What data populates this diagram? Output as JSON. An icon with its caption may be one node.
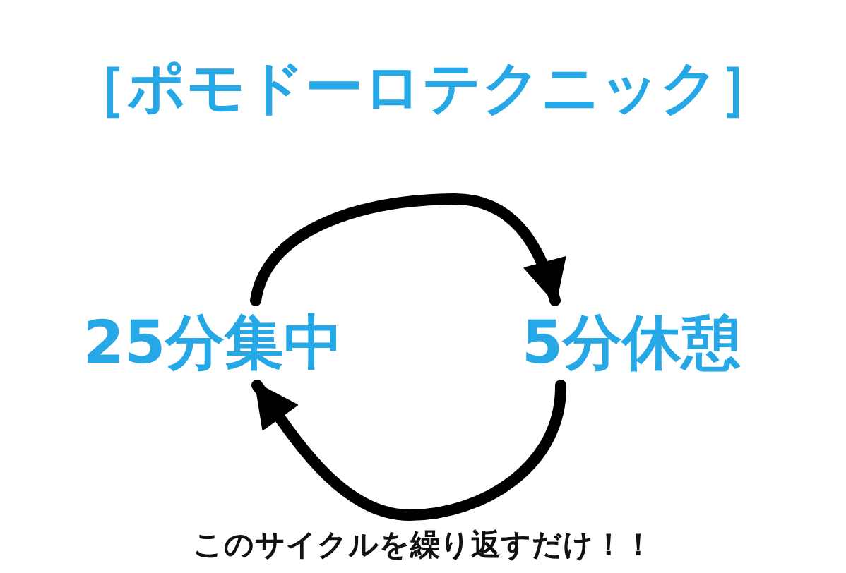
{
  "diagram": {
    "title": "［ポモドーロテクニック］",
    "caption": "このサイクルを繰り返すだけ！！",
    "nodes": [
      {
        "text": [
          "25分集中"
        ]
      },
      {
        "text": [
          "5分休憩"
        ]
      }
    ],
    "edges": [
      {
        "from": 0,
        "to": 1,
        "arrow": "to"
      },
      {
        "from": 1,
        "to": 0,
        "arrow": "to"
      }
    ]
  }
}
